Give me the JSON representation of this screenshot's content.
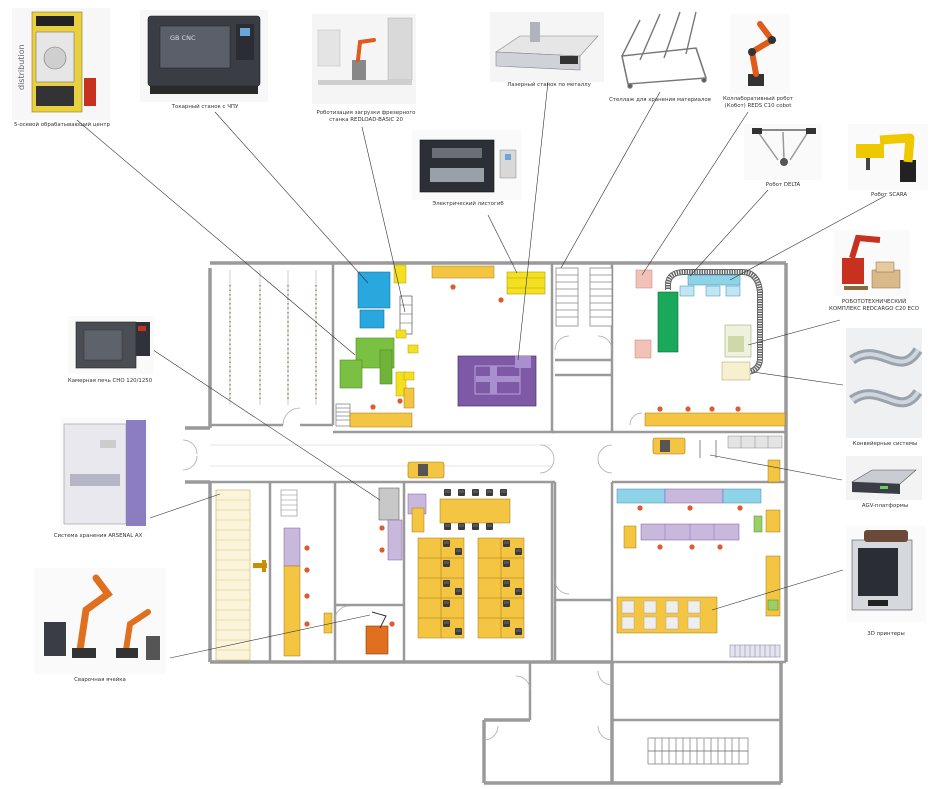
{
  "labels": {
    "cnc5": "5-осевой обрабатывающий центр",
    "lathe": "Токарный станок с ЧПУ",
    "robo_milling": "Роботизация загрузки фрезерного станка REDLOAD-BASIC 20",
    "laser": "Лазерный станок по металлу",
    "rack": "Стеллаж для хранения материалов",
    "cobot": "Коллаборативный робот (Кобот) REDS C10 cobot",
    "delta": "Робот DELTA",
    "scara": "Робот SCARA",
    "press_brake": "Электрический листогиб",
    "palletizer": "РОБОТОТЕХНИЧЕСКИЙ КОМПЛЕКС REDCARGO C20 ECO",
    "furnace": "Камерная печь СНО 120/1250",
    "conveyor": "Конвейерные системы",
    "agv": "AGV-платформы",
    "storage": "Система хранения ARSENAL AX",
    "printer3d": "3D принтеры",
    "welding": "Сварочная ячейка"
  },
  "photo_text": {
    "cnc_brand": "distribution",
    "lathe_badge": "GB CNC"
  },
  "colors": {
    "wall": "#9a9a9a",
    "yellow": "#f4c542",
    "green": "#7ac143",
    "blue": "#29a8e0",
    "purple": "#7e5aa6",
    "lavender": "#c8b8dc",
    "cyan": "#8fd3e8",
    "salmon": "#e8a080",
    "orange": "#e07020",
    "red_chair": "#e05020"
  }
}
